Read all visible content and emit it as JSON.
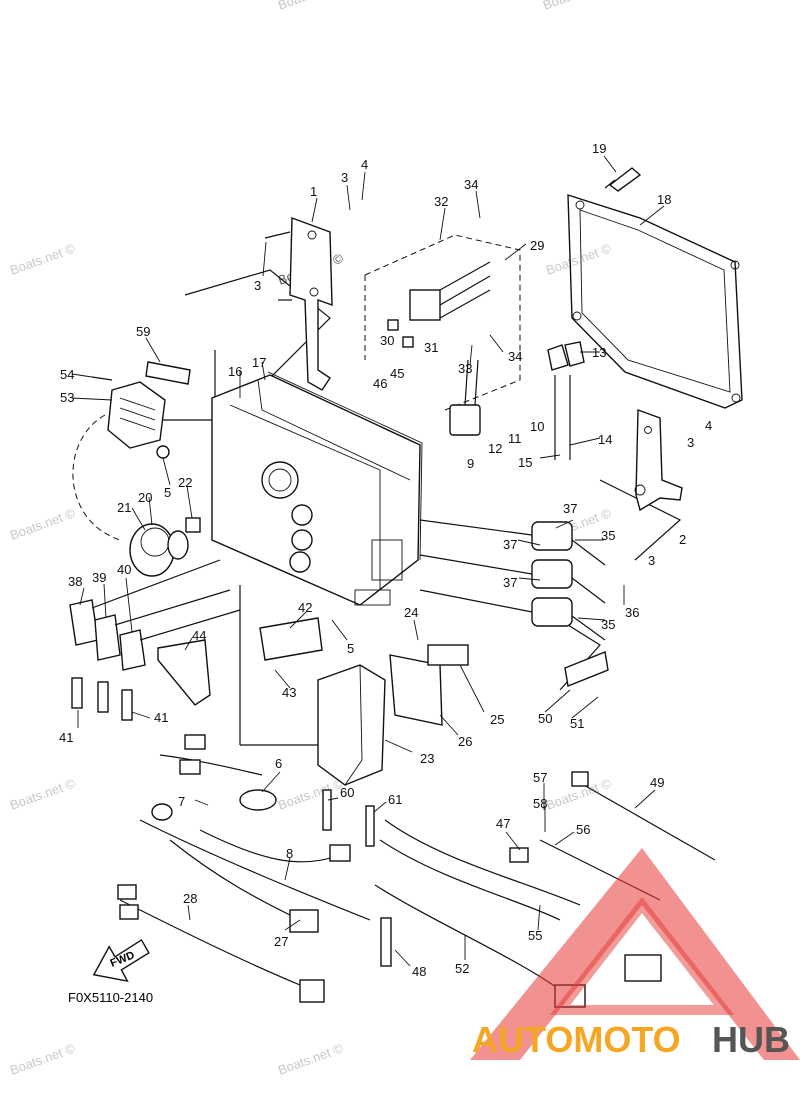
{
  "figure_code": "F0X5110-2140",
  "watermark_text": "Boats.net ©",
  "direction_arrow_label": "FWD",
  "brand": {
    "left_part": "AUTOMOTO",
    "right_part": "HUB",
    "accent_color": "#f5a623",
    "dark_color": "#555555",
    "triangle_color": "#e53935"
  },
  "callouts": [
    "1",
    "2",
    "3",
    "4",
    "5",
    "6",
    "7",
    "8",
    "9",
    "10",
    "11",
    "12",
    "13",
    "14",
    "15",
    "16",
    "17",
    "18",
    "19",
    "20",
    "21",
    "22",
    "23",
    "24",
    "25",
    "26",
    "27",
    "28",
    "29",
    "30",
    "31",
    "32",
    "33",
    "34",
    "35",
    "36",
    "37",
    "38",
    "39",
    "40",
    "41",
    "42",
    "43",
    "44",
    "45",
    "46",
    "47",
    "48",
    "49",
    "50",
    "51",
    "52",
    "53",
    "54",
    "55",
    "56",
    "57",
    "58",
    "59",
    "60",
    "61"
  ]
}
